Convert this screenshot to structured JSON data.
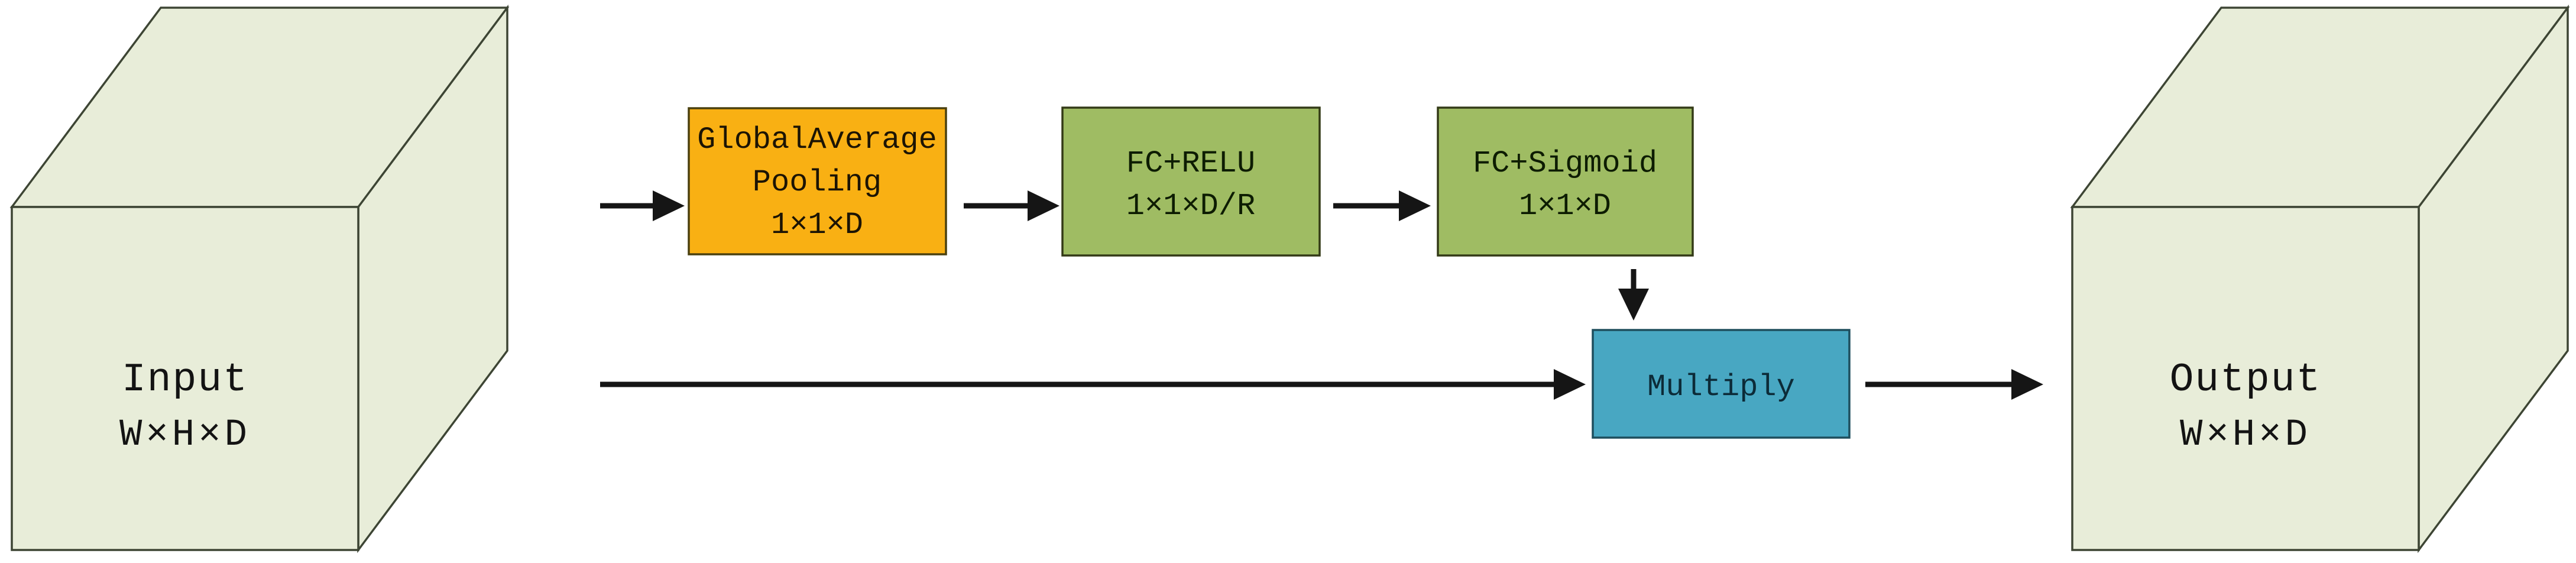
{
  "colors": {
    "background": "#ffffff",
    "cube_fill": "#e8edd9",
    "cube_stroke": "#3d4534",
    "pool_fill": "#f9b societ013",
    "pool_fill_fixed": "#f9b013",
    "pool_stroke": "#4a400f",
    "fc_fill": "#9fbc63",
    "fc_stroke": "#333a17",
    "multiply_fill": "#48a7c2",
    "multiply_stroke": "#1e4e5d",
    "arrow": "#151515"
  },
  "nodes": {
    "input_cube": {
      "title": "Input",
      "dims": "W×H×D"
    },
    "global_average_pooling": {
      "line1": "GlobalAverage",
      "line2": "Pooling",
      "line3": "1×1×D"
    },
    "fc_relu": {
      "line1": "FC+RELU",
      "line2": "1×1×D/R"
    },
    "fc_sigmoid": {
      "line1": "FC+Sigmoid",
      "line2": "1×1×D"
    },
    "multiply": {
      "label": "Multiply"
    },
    "output_cube": {
      "title": "Output",
      "dims": "W×H×D"
    }
  }
}
